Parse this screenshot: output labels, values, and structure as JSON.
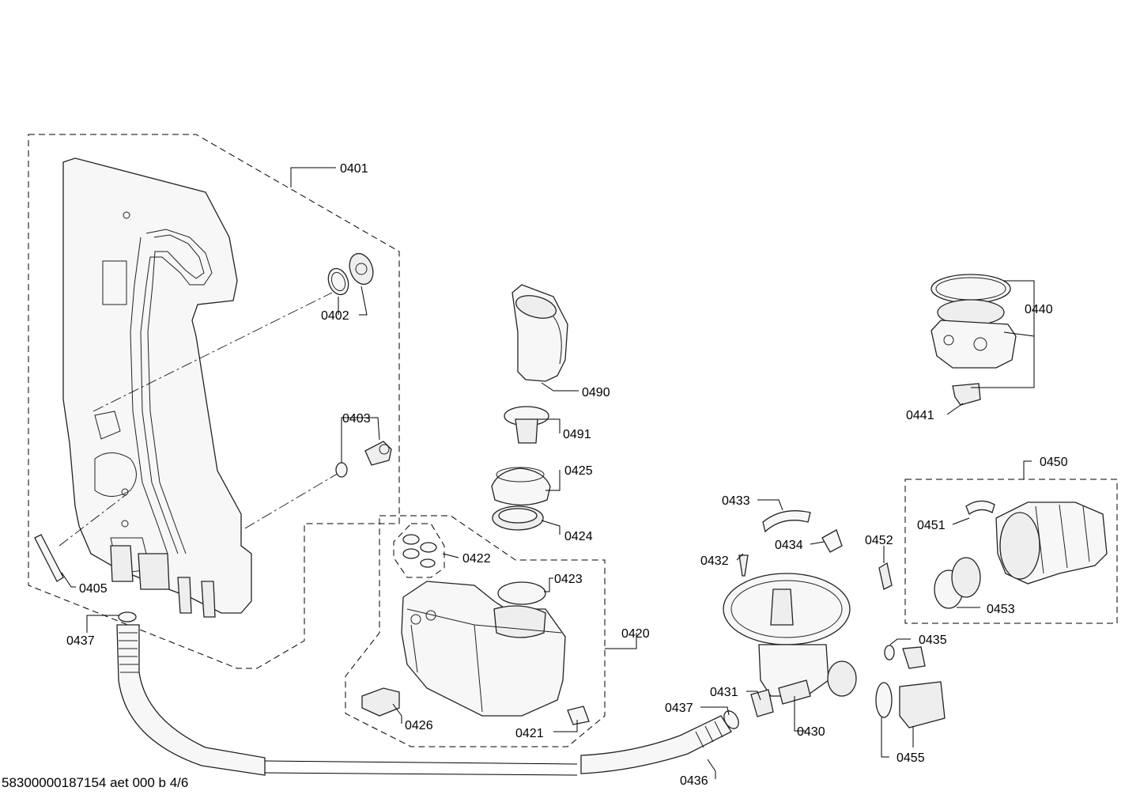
{
  "footer_code": "58300000187154 aet 000 b 4/6",
  "labels": {
    "p0401": "0401",
    "p0402": "0402",
    "p0403": "0403",
    "p0405": "0405",
    "p0437a": "0437",
    "p0490": "0490",
    "p0491": "0491",
    "p0425": "0425",
    "p0424": "0424",
    "p0422": "0422",
    "p0423": "0423",
    "p0420": "0420",
    "p0426": "0426",
    "p0421": "0421",
    "p0440": "0440",
    "p0441": "0441",
    "p0450": "0450",
    "p0451": "0451",
    "p0452": "0452",
    "p0453": "0453",
    "p0433": "0433",
    "p0432": "0432",
    "p0434": "0434",
    "p0435": "0435",
    "p0431": "0431",
    "p0430": "0430",
    "p0437b": "0437",
    "p0436": "0436",
    "p0455": "0455"
  }
}
